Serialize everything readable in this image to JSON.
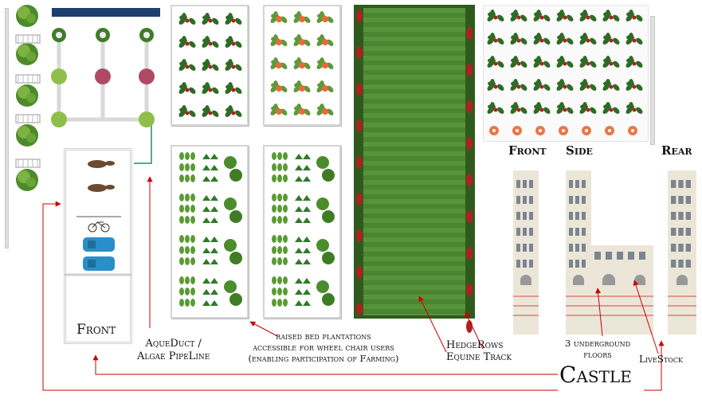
{
  "labels": {
    "front_stable": "Front",
    "aqueduct_line1": "AqueDuct /",
    "aqueduct_line2": "Algae PipeLine",
    "raised_line1": "raised bed plantations",
    "raised_line2": "accessible for wheel chair users",
    "raised_line3": "(enabling participation of Farming)",
    "hedge_line1": "HedgeRows",
    "hedge_line2": "Equine Track",
    "underground_line1": "3 underground",
    "underground_line2": "floors",
    "castle": "Castle",
    "livestock": "LiveStock",
    "front_view": "Front",
    "side_view": "Side",
    "rear_view": "Rear"
  },
  "colors": {
    "arrow": "#cc0000",
    "pipe": "#2e8b57",
    "track_green": "#4d8a2f",
    "hedge_dark": "#2f5a1e",
    "hedge_flower": "#b02020",
    "castle_wall": "#ece6d8",
    "vehicle": "#2a8fc8",
    "water": "#1c3f6e"
  },
  "icons": [
    "tree-icon",
    "fence-icon",
    "horse-icon",
    "bicycle-icon",
    "car-icon",
    "plant-icon",
    "flower-icon",
    "pillar-icon"
  ]
}
